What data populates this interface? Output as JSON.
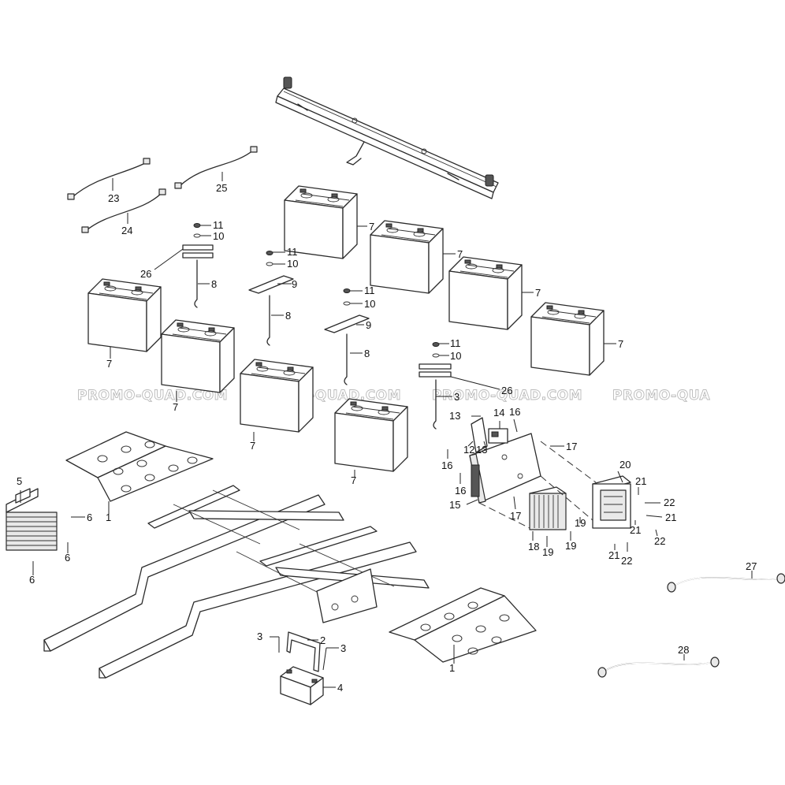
{
  "watermark": {
    "text_1": "PROMO-QUAD.COM",
    "text_2": "PROMO-QUAD.COM",
    "text_3": "PROMO-QUAD.COM",
    "text_4": "PROMO-QUA"
  },
  "callouts": {
    "skid_plate_front": "1",
    "skid_plate_rear": "1",
    "battery_bracket": "2",
    "bracket_bolt_left": "3",
    "bracket_bolt_right": "3",
    "hook_rod_charger": "3",
    "aux_battery": "4",
    "radiator_bracket": "5",
    "radiator_bolt_right": "6",
    "radiator_bolt_mid": "6",
    "radiator_bolt_bottom": "6",
    "battery_top_1": "7",
    "battery_top_2": "7",
    "battery_top_3": "7",
    "battery_top_4": "7",
    "battery_front_left": "7",
    "battery_front_2": "7",
    "battery_front_3": "7",
    "battery_front_4": "7",
    "hook_rod_1": "8",
    "hook_rod_2": "8",
    "hook_rod_3": "8",
    "clamp_bar_1": "9",
    "clamp_bar_2": "9",
    "washer_1": "10",
    "washer_2": "10",
    "washer_3": "10",
    "washer_4": "10",
    "nut_1": "11",
    "nut_2": "11",
    "nut_3": "11",
    "nut_4": "11",
    "relay_bracket": "12",
    "relay_screw_top": "13",
    "relay_screw_bottom": "13",
    "relay": "14",
    "controller_plate": "15",
    "plate_screw_top": "16",
    "plate_screw_left": "16",
    "plate_screw_left_low": "16",
    "plate_nut_right": "17",
    "plate_nut_bottom": "17",
    "converter": "18",
    "converter_screw_1": "19",
    "converter_screw_2": "19",
    "converter_screw_3": "19",
    "controller": "20",
    "controller_screw_1": "21",
    "controller_screw_2": "21",
    "controller_screw_3": "21",
    "controller_screw_4": "21",
    "controller_nut_1": "22",
    "controller_nut_2": "22",
    "controller_nut_3": "22",
    "cable_23": "23",
    "cable_24": "24",
    "cable_25": "25",
    "clamp_plate_1": "26",
    "clamp_plate_2": "26",
    "cable_27": "27",
    "cable_28": "28"
  }
}
